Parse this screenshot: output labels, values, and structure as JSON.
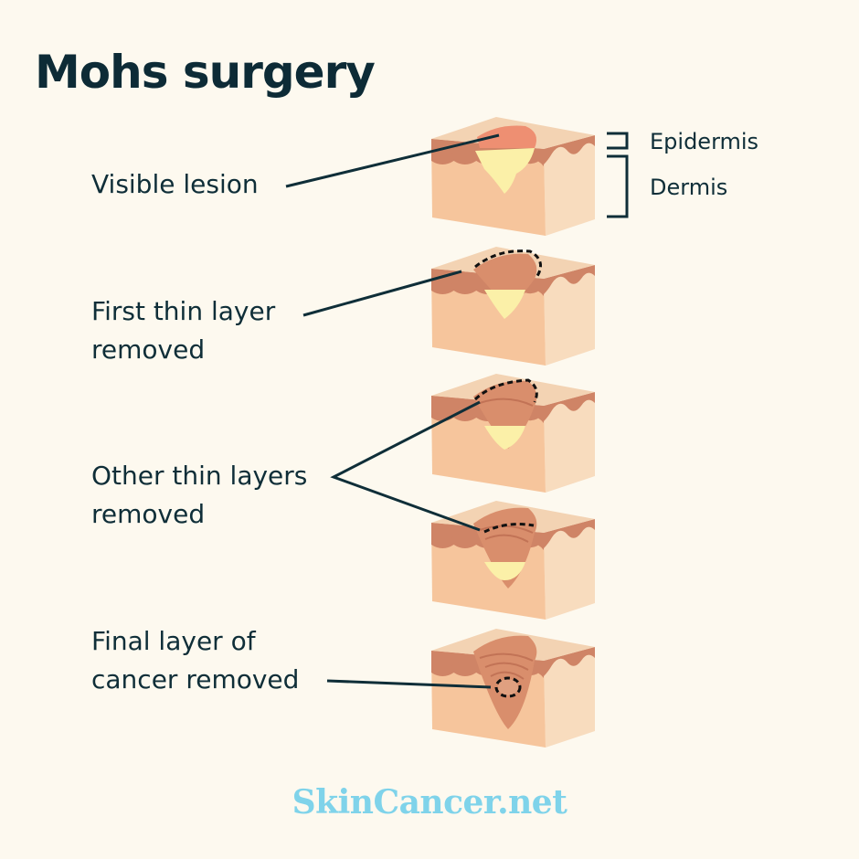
{
  "title": "Mohs surgery",
  "layers": {
    "epidermis": "Epidermis",
    "dermis": "Dermis"
  },
  "steps": [
    {
      "label_line1": "Visible lesion",
      "label_line2": ""
    },
    {
      "label_line1": "First thin layer",
      "label_line2": "removed"
    },
    {
      "label_line1": "Other thin layers",
      "label_line2": "removed"
    },
    {
      "label_line1": "Final layer of",
      "label_line2": "cancer removed"
    }
  ],
  "logo": "SkinCancer.net",
  "colors": {
    "background": "#fdf9ef",
    "text": "#0f2e38",
    "skin_front": "#f6c59c",
    "skin_side": "#f8dcbe",
    "skin_top": "#f3d3b3",
    "epidermis": "#cf8466",
    "lesion": "#ee8f72",
    "tumor": "#fbf0a8",
    "logo": "#7fd3ea"
  }
}
